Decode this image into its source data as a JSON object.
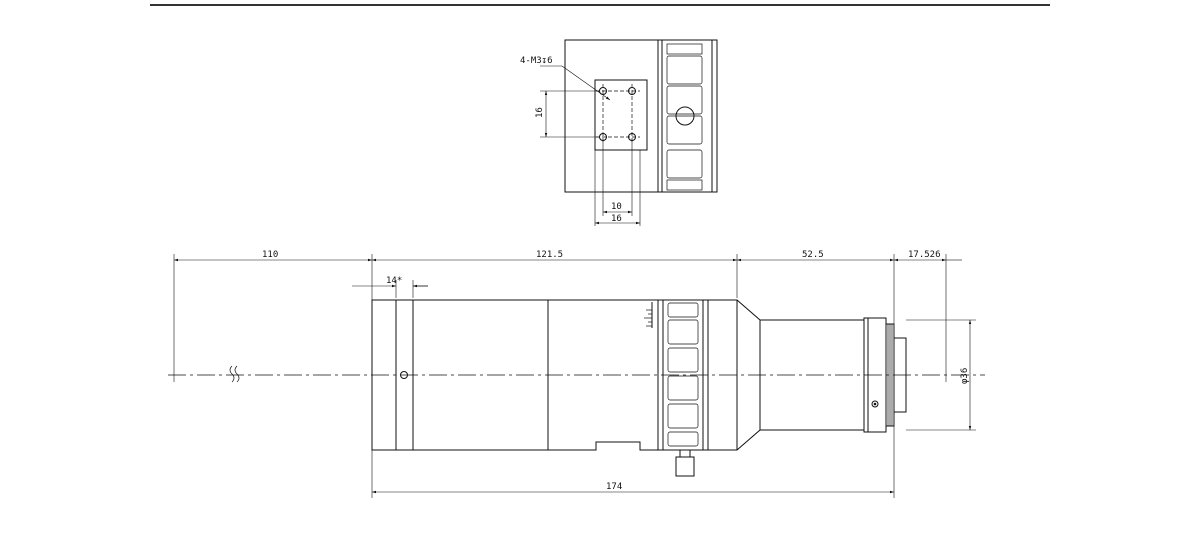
{
  "drawing": {
    "top_view": {
      "hole_callout": "4-M3↧6",
      "dim_hole_vertical": "16",
      "dim_hole_spacing_small": "10",
      "dim_hole_spacing_large": "16"
    },
    "side_view": {
      "dim_working_distance": "110",
      "dim_body_length": "121.5",
      "dim_front_section": "52.5",
      "dim_mount_extension": "17.526",
      "dim_ring_width": "14*",
      "dim_overall_length": "174",
      "dim_diameter": "φ36"
    }
  }
}
